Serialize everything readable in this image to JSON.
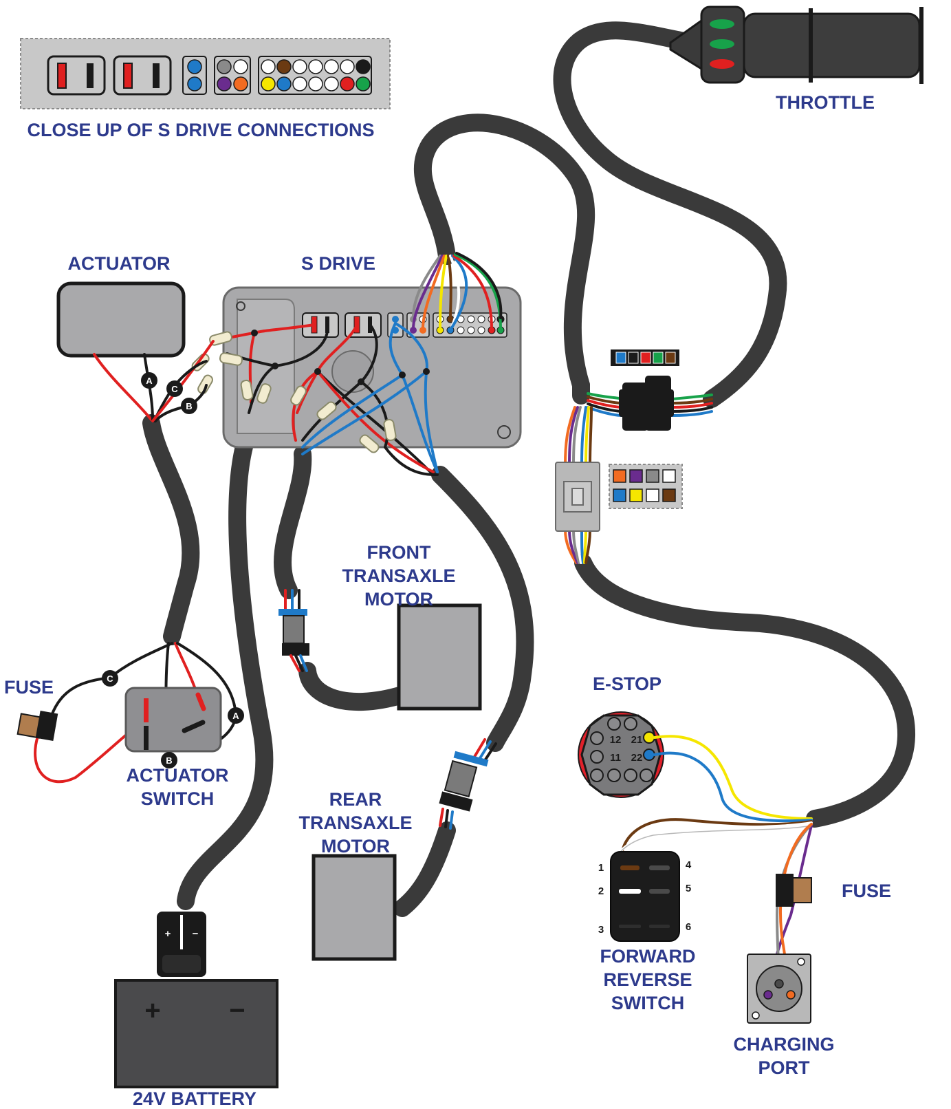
{
  "labels": {
    "closeup": "CLOSE UP OF S DRIVE CONNECTIONS",
    "throttle": "THROTTLE",
    "actuator": "ACTUATOR",
    "s_drive": "S DRIVE",
    "front_motor": [
      "FRONT",
      "TRANSAXLE",
      "MOTOR"
    ],
    "rear_motor": [
      "REAR",
      "TRANSAXLE",
      "MOTOR"
    ],
    "fuse_left": "FUSE",
    "actuator_switch": [
      "ACTUATOR",
      "SWITCH"
    ],
    "battery": "24V BATTERY",
    "estop": "E-STOP",
    "fuse_right": "FUSE",
    "fr_switch": [
      "FORWARD",
      "REVERSE",
      "SWITCH"
    ],
    "charging_port": [
      "CHARGING",
      "PORT"
    ]
  },
  "wire_tags": {
    "a": "A",
    "b": "B",
    "c": "C"
  },
  "battery_terminals": {
    "plus": "+",
    "minus": "−"
  },
  "plug_terminals": {
    "plus": "+",
    "minus": "−"
  },
  "estop_pins": {
    "p12": "12",
    "p21": "21",
    "p11": "11",
    "p22": "22"
  },
  "switch_pins": {
    "p1": "1",
    "p2": "2",
    "p3": "3",
    "p4": "4",
    "p5": "5",
    "p6": "6"
  },
  "colors": {
    "label": "#2d3a8c",
    "cable": "#3a3a3a",
    "housing": "#a9a9ab",
    "red": "#e02020",
    "black": "#1a1a1a",
    "blue": "#1f7ac8",
    "yellow": "#f5e600",
    "brown": "#6b3a12",
    "white": "#ffffff",
    "green": "#17a24a",
    "purple": "#6a2c8e",
    "orange": "#f26b21",
    "gray": "#8a8a8a",
    "estop_red": "#e2202a"
  },
  "closeup_pins": {
    "row_top": [
      "white",
      "brown",
      "white",
      "white",
      "white",
      "white",
      "black"
    ],
    "row_bottom": [
      "yellow",
      "blue",
      "white",
      "white",
      "white",
      "red",
      "green"
    ],
    "pair_blue": [
      "blue",
      "blue"
    ],
    "quad": [
      "gray",
      "white",
      "purple",
      "orange"
    ]
  },
  "throttle_connector_colors": [
    "blue",
    "black",
    "red",
    "green",
    "brown"
  ],
  "harness_connector_colors": {
    "top": [
      "orange",
      "purple",
      "gray",
      "white"
    ],
    "bottom": [
      "blue",
      "yellow",
      "white",
      "brown"
    ]
  }
}
